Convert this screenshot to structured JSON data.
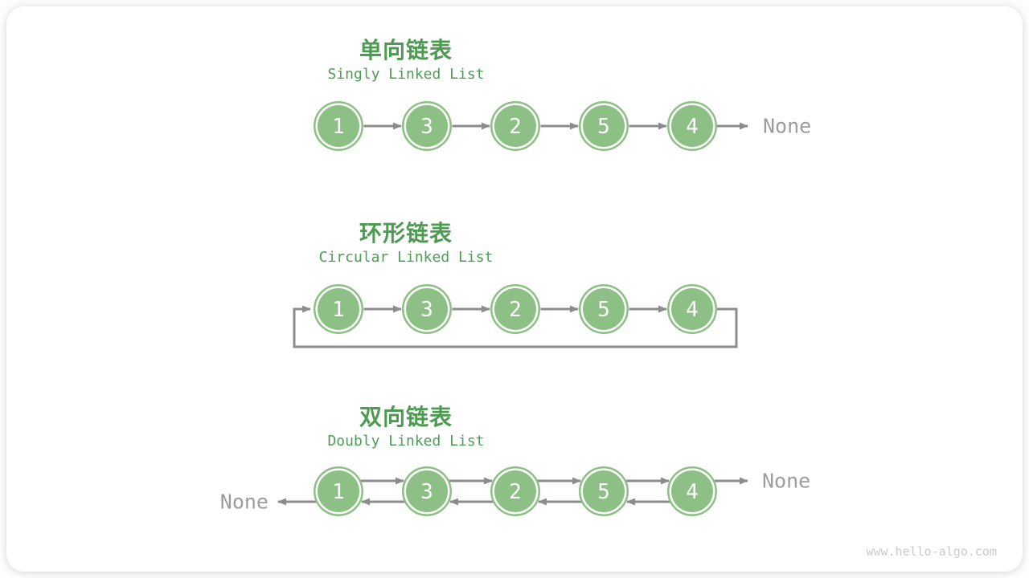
{
  "page": {
    "watermark": "www.hello-algo.com"
  },
  "colors": {
    "node_green": "#8CC084",
    "title_green": "#4C9B51",
    "subtitle_green": "#4E9D55",
    "arrow_gray": "#8C8C8C",
    "none_gray": "#9C9C9C",
    "watermark_gray": "#CBCBCB"
  },
  "sections": [
    {
      "id": "singly-linked-list",
      "title_zh": "单向链表",
      "title_en": "Singly Linked List",
      "nodes": [
        "1",
        "3",
        "2",
        "5",
        "4"
      ],
      "tail_label": "None"
    },
    {
      "id": "circular-linked-list",
      "title_zh": "环形链表",
      "title_en": "Circular Linked List",
      "nodes": [
        "1",
        "3",
        "2",
        "5",
        "4"
      ]
    },
    {
      "id": "doubly-linked-list",
      "title_zh": "双向链表",
      "title_en": "Doubly Linked List",
      "nodes": [
        "1",
        "3",
        "2",
        "5",
        "4"
      ],
      "head_label": "None",
      "tail_label": "None"
    }
  ]
}
